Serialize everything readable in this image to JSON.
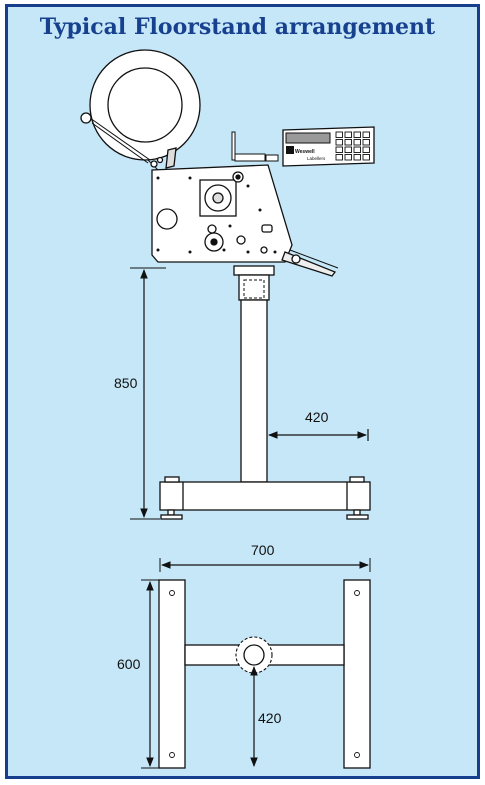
{
  "title": "Typical Floorstand arrangement",
  "side_view": {
    "height_dimension": "850",
    "reach_dimension": "420",
    "controller_brand": "Weswell",
    "controller_model": "Labellers"
  },
  "base_view": {
    "width_dimension": "700",
    "depth_dimension": "600",
    "column_offset_dimension": "420"
  },
  "colors": {
    "background": "#c6e7f7",
    "border": "#163e8c",
    "title": "#17418f",
    "line": "#111111"
  }
}
